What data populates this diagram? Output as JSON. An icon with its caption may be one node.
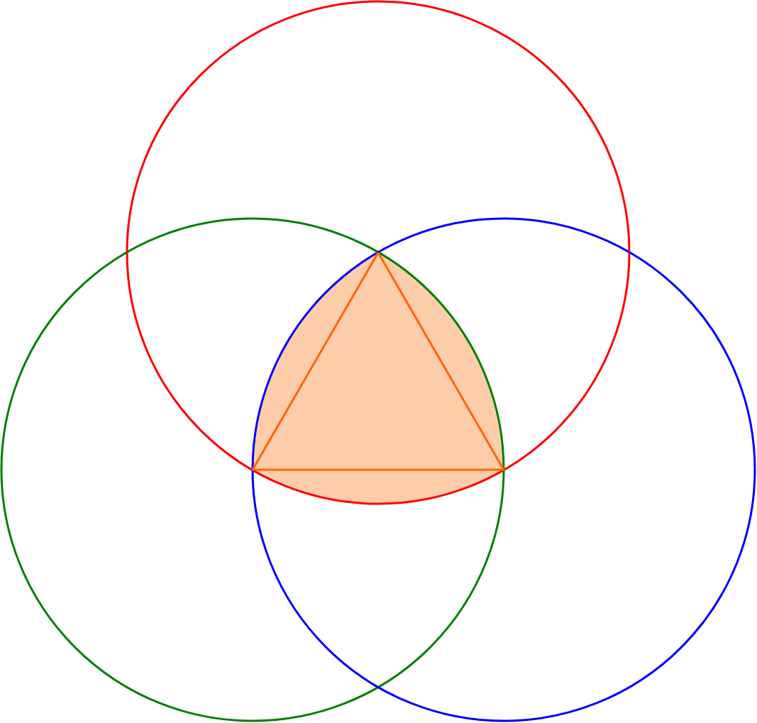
{
  "diagram": {
    "nodes": [
      {
        "text": [],
        "shape": "circle"
      },
      {
        "text": [],
        "shape": "circle"
      },
      {
        "text": [],
        "shape": "circle"
      },
      {
        "text": [],
        "shape": "triangle"
      }
    ]
  }
}
